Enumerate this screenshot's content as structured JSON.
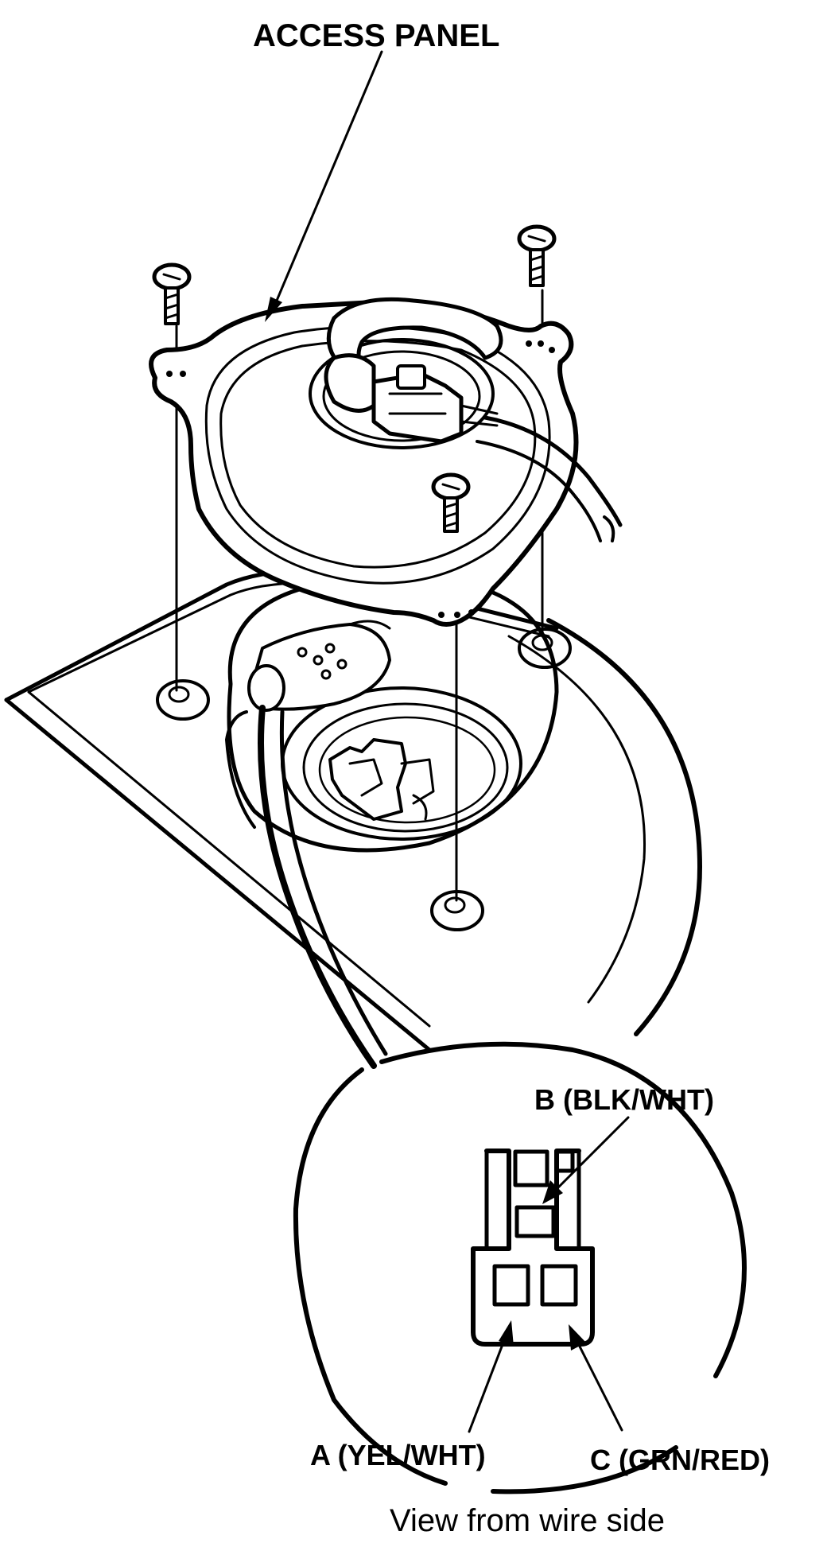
{
  "labels": {
    "access_panel": "ACCESS PANEL",
    "terminal_b": "B (BLK/WHT)",
    "terminal_a": "A (YEL/WHT)",
    "terminal_c": "C (GRN/RED)",
    "caption": "View from wire side"
  },
  "colors": {
    "ink": "#000000",
    "paper": "#ffffff"
  }
}
